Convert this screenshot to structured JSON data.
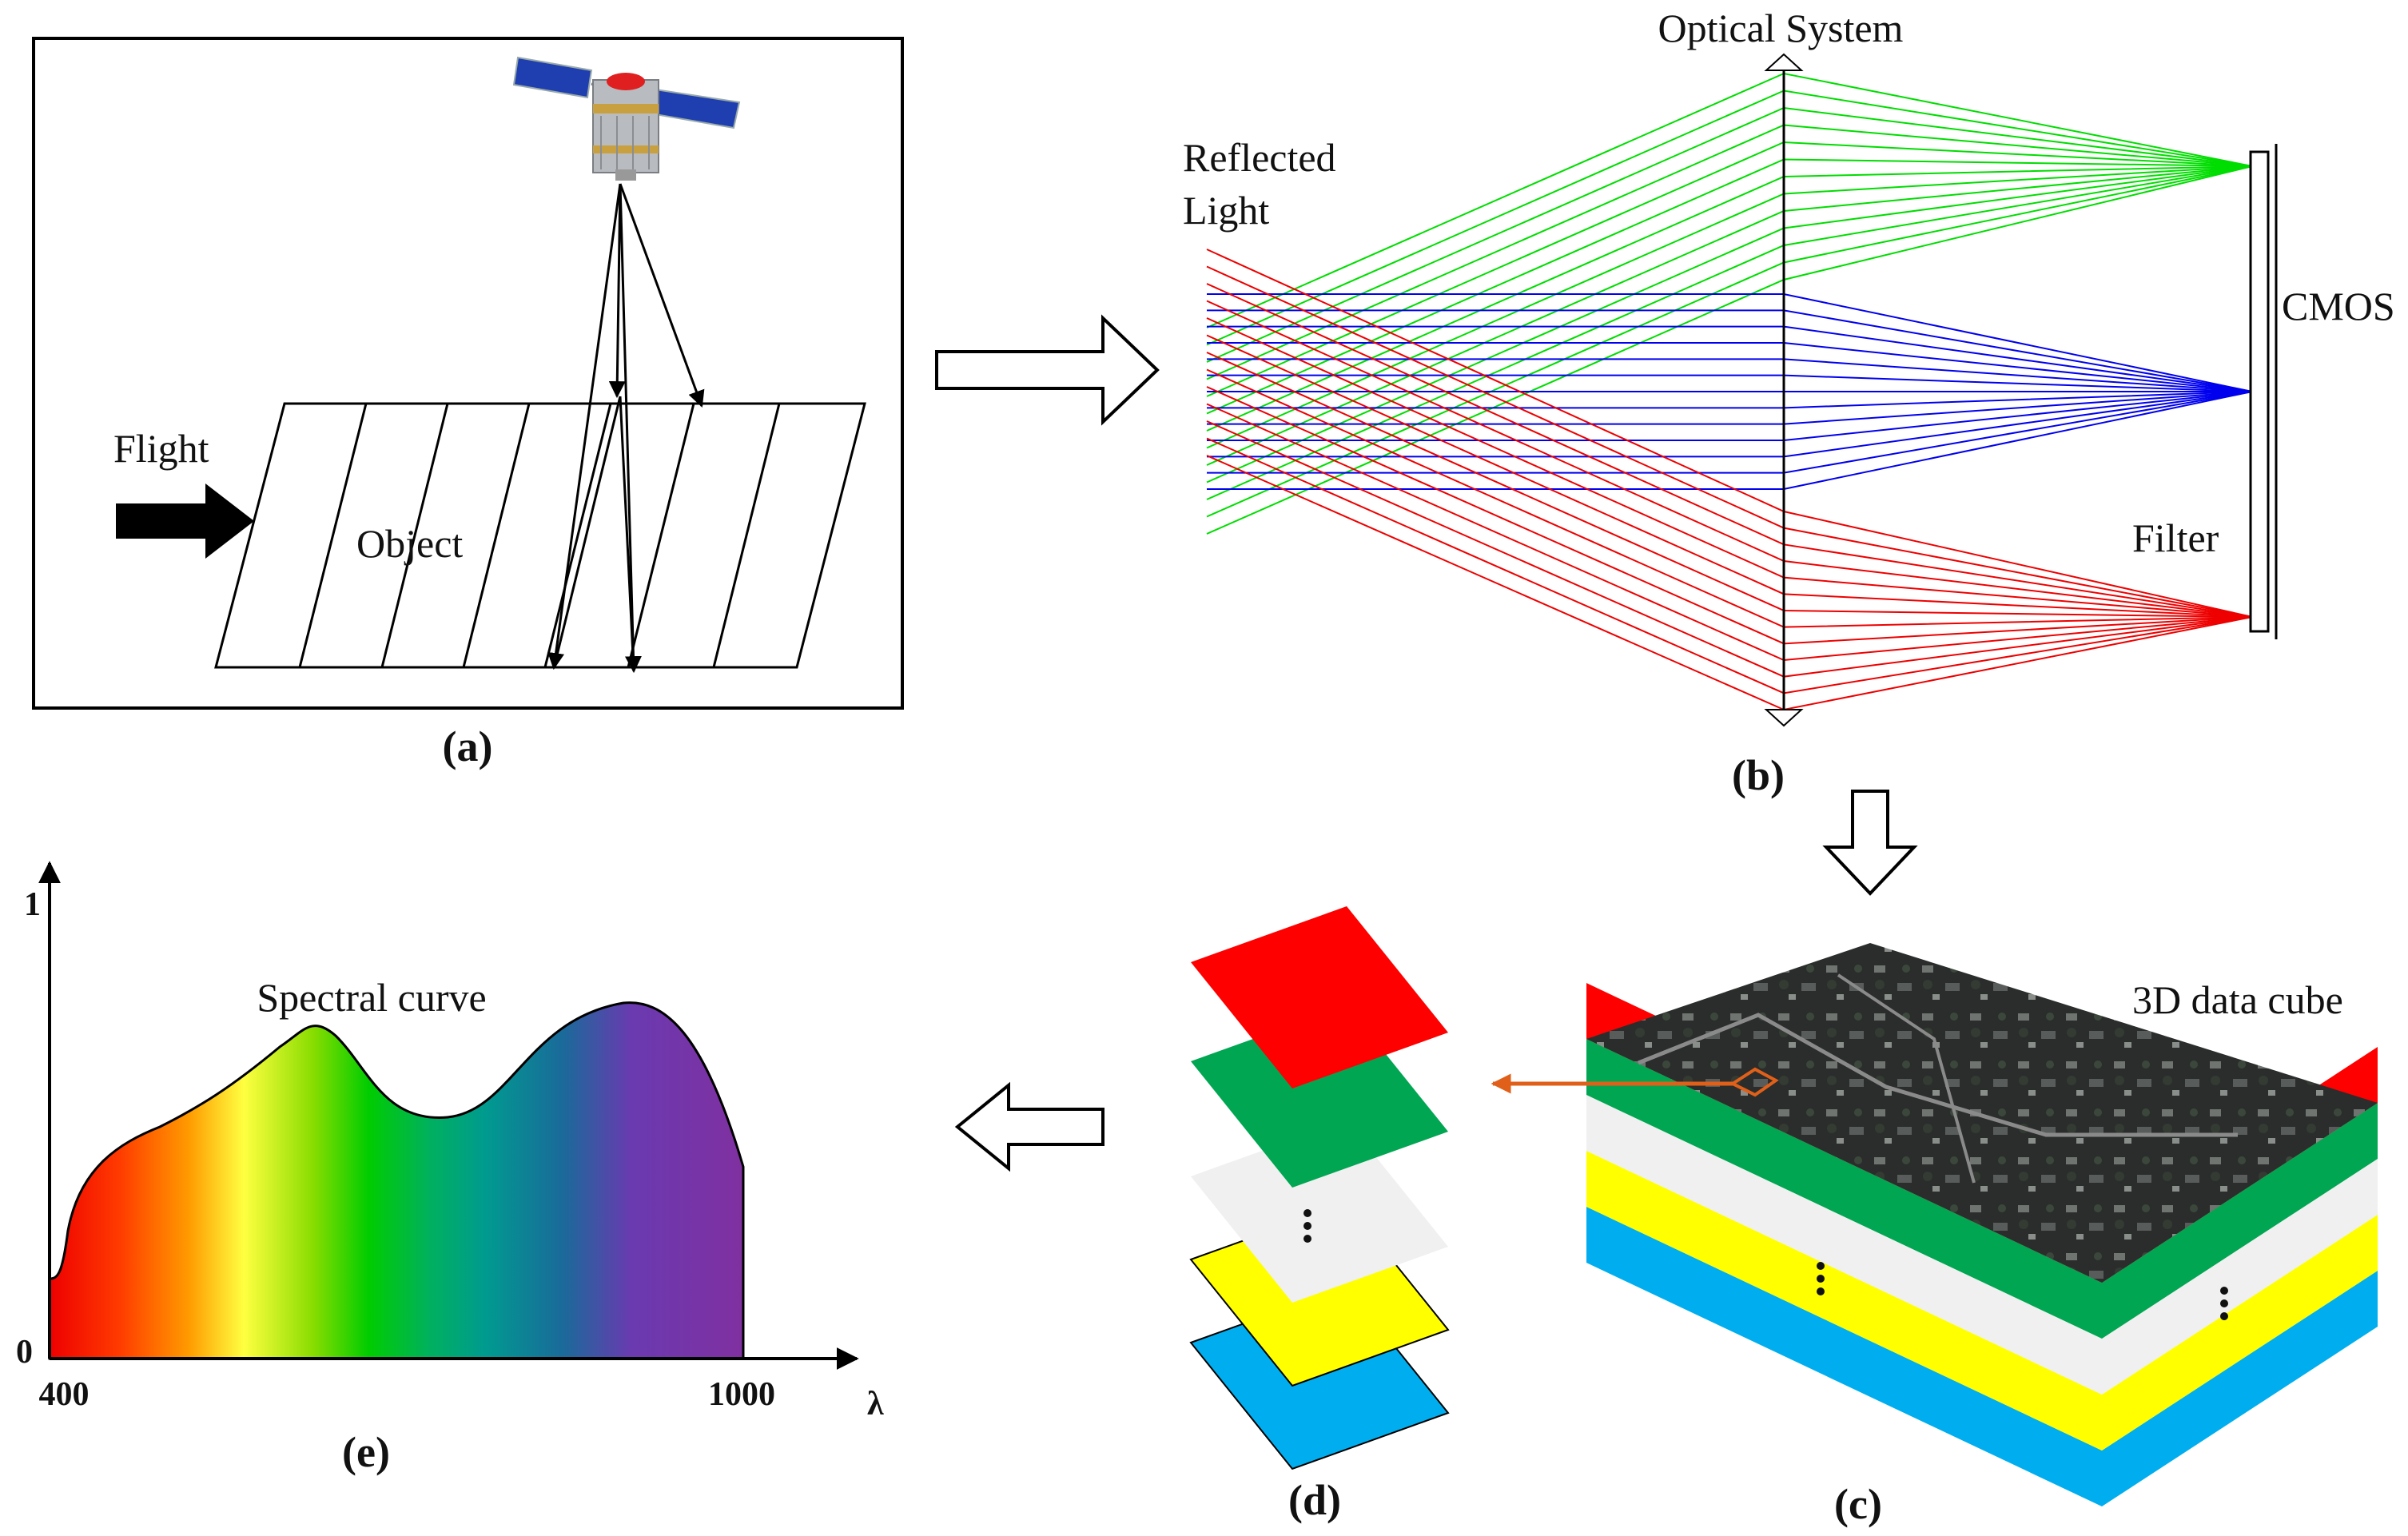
{
  "panels": {
    "a": {
      "caption": "(a)",
      "flight_label": "Flight",
      "object_label": "Object"
    },
    "b": {
      "caption": "(b)",
      "optical_label": "Optical System",
      "reflected_line1": "Reflected",
      "reflected_line2": "Light",
      "cmos_label": "CMOS",
      "filter_label": "Filter"
    },
    "c": {
      "caption": "(c)",
      "cube_label": "3D data cube",
      "layer_colors": [
        "#ff0000",
        "#00a651",
        "#f0f0f0",
        "#ffff00",
        "#00aeef"
      ]
    },
    "d": {
      "caption": "(d)",
      "layer_colors": [
        "#ff0000",
        "#00a651",
        "#f0f0f0",
        "#ffff00",
        "#00aeef"
      ]
    },
    "e": {
      "caption": "(e)",
      "curve_label": "Spectral curve",
      "y_top": "1",
      "y_bottom": "0",
      "x_start": "400",
      "x_end": "1000",
      "x_symbol": "λ"
    }
  },
  "colors": {
    "green_rays": "#00dd00",
    "blue_rays": "#0000ee",
    "red_rays": "#ee0000",
    "orange_arrow": "#e0601a"
  }
}
